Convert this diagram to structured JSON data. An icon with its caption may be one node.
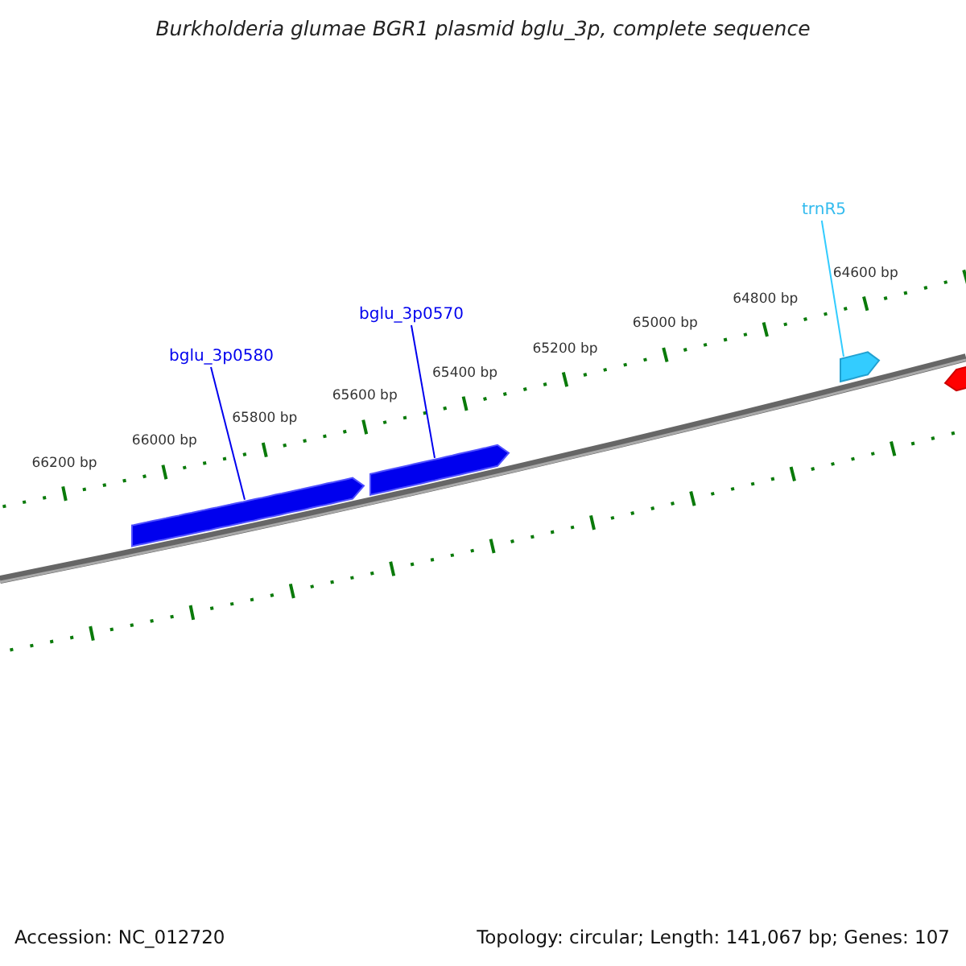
{
  "diagram": {
    "title": "Burkholderia glumae BGR1 plasmid bglu_3p, complete sequence",
    "nodes": [
      {
        "text": [
          "bglu_3p0580"
        ]
      },
      {
        "text": [
          "bglu_3p0570"
        ]
      },
      {
        "text": [
          "trnR5"
        ]
      },
      {
        "text": [],
        "shape": "arrow"
      },
      {
        "text": [],
        "shape": "arrow"
      },
      {
        "text": [],
        "shape": "arrow"
      },
      {
        "text": [],
        "shape": "arrow"
      }
    ],
    "edges": [
      {
        "from": 0,
        "to": 3,
        "arrow": "none"
      },
      {
        "from": 1,
        "to": 4,
        "arrow": "none"
      },
      {
        "from": 2,
        "to": 5,
        "arrow": "none",
        "color": "#33ccff"
      }
    ],
    "labels": [
      "66200 bp",
      "66000 bp",
      "65800 bp",
      "65600 bp",
      "65400 bp",
      "65200 bp",
      "65000 bp",
      "64800 bp",
      "64600 bp",
      "Accession: NC_012720",
      "Topology: circular; Length: 141,067 bp; Genes: 107"
    ]
  }
}
